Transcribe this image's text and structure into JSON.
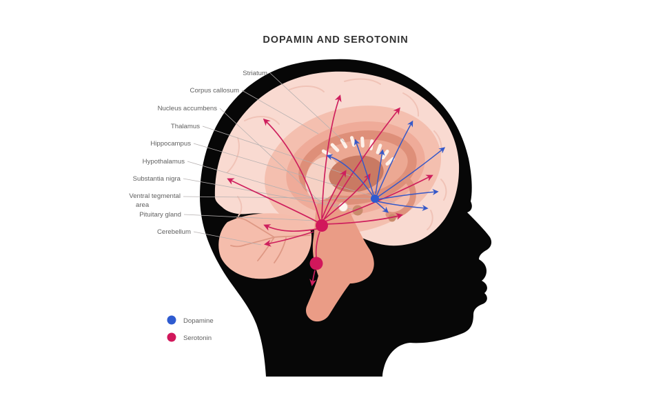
{
  "title": "DOPAMIN AND SEROTONIN",
  "labels": [
    {
      "text": "Striatum"
    },
    {
      "text": "Corpus callosum"
    },
    {
      "text": "Nucleus accumbens"
    },
    {
      "text": "Thalamus"
    },
    {
      "text": "Hippocampus"
    },
    {
      "text": "Hypothalamus"
    },
    {
      "text": "Substantia nigra"
    },
    {
      "text": "Ventral tegmental area",
      "line1": "Ventral tegmental",
      "line2": "area"
    },
    {
      "text": "Pituitary gland"
    },
    {
      "text": "Cerebellum"
    }
  ],
  "legend": {
    "items": [
      {
        "label": "Dopamine",
        "color": "#2e5bd0"
      },
      {
        "label": "Serotonin",
        "color": "#d1175b"
      }
    ]
  },
  "colors": {
    "dopamine_pathway": "#3558c8",
    "serotonin_pathway": "#ce1f5d",
    "silhouette": "#070707",
    "cortex": "#f9dad1",
    "corpus_callosum": "#de8f79",
    "thalamus": "#c97a63",
    "cerebellum": "#f5bdac",
    "brainstem": "#ea9c86",
    "background": "#ffffff"
  }
}
